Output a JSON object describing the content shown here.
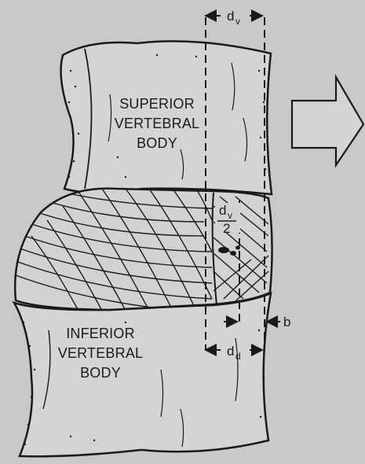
{
  "figure": {
    "background": "#c9c9c7",
    "ink": "#1a1a1a",
    "superior_body": {
      "lines": [
        "SUPERIOR",
        "VERTEBRAL",
        "BODY"
      ]
    },
    "inferior_body": {
      "lines": [
        "INFERIOR",
        "VERTEBRAL",
        "BODY"
      ]
    },
    "dimensions": {
      "d_v": {
        "main": "d",
        "sub": "v"
      },
      "d_v_half": {
        "num_main": "d",
        "num_sub": "v",
        "den": "2"
      },
      "d_d": {
        "main": "d",
        "sub": "d"
      },
      "b": "b"
    },
    "arrow": {
      "direction": "right",
      "icon": "hollow-block-arrow-icon"
    }
  }
}
